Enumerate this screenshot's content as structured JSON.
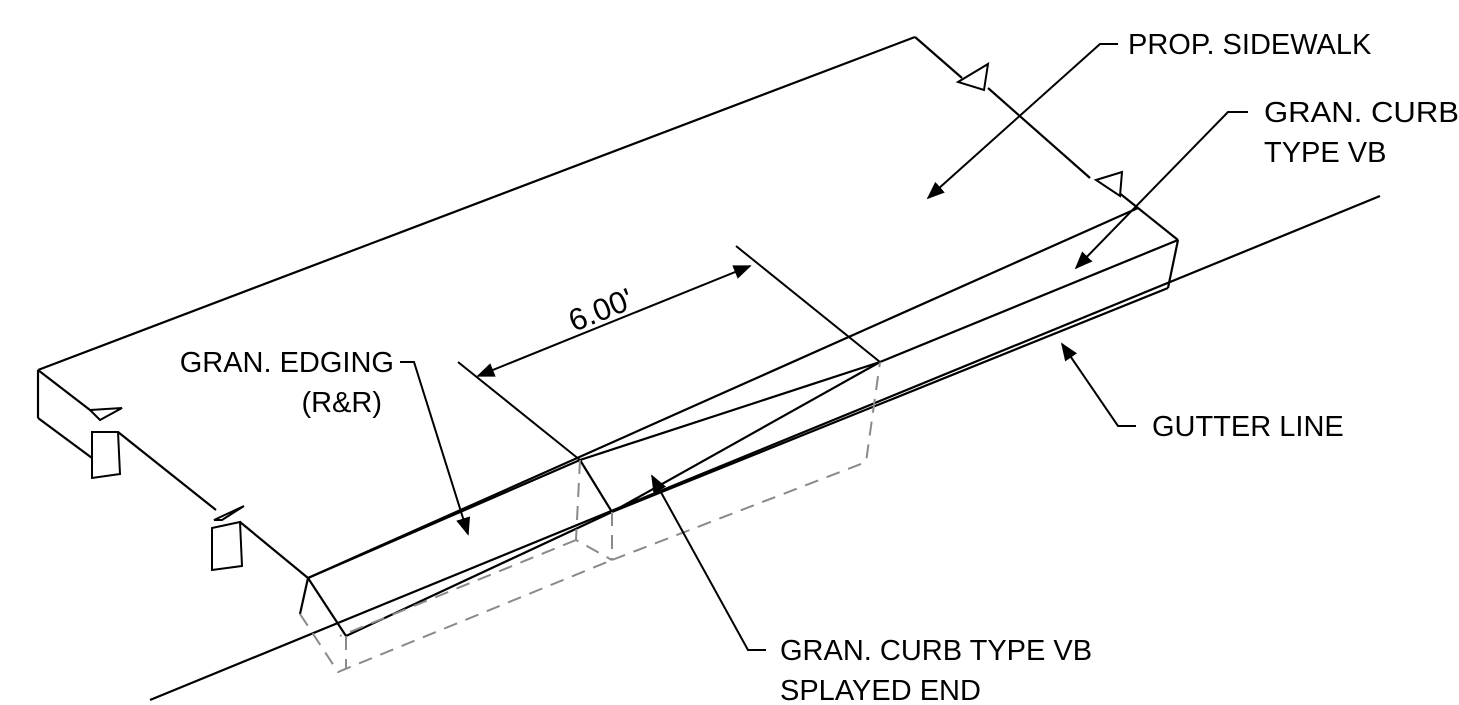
{
  "labels": {
    "prop_sidewalk": "PROP. SIDEWALK",
    "gran_curb_line1": "GRAN. CURB",
    "gran_curb_line2": "TYPE VB",
    "gran_edging_line1": "GRAN. EDGING",
    "gran_edging_line2": "(R&R)",
    "gutter_line": "GUTTER LINE",
    "splayed_line1": "GRAN. CURB TYPE VB",
    "splayed_line2": "SPLAYED END"
  },
  "dimension": {
    "value": "6.00'"
  },
  "colors": {
    "line": "#000000",
    "hidden_line": "#8a8a8a",
    "background": "#ffffff"
  }
}
